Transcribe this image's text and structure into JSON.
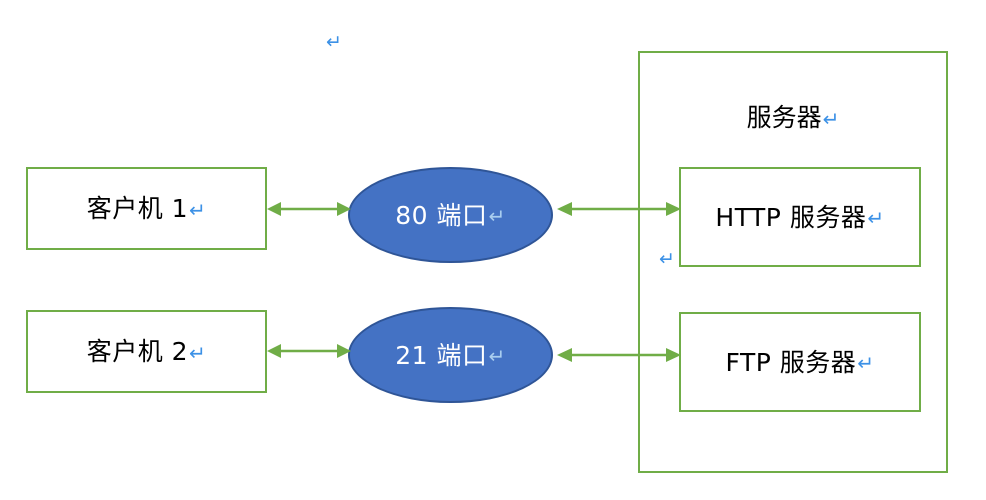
{
  "diagram": {
    "title": "Client-Server Port Diagram",
    "background": "#ffffff",
    "colors": {
      "box_border_green": "#70AD47",
      "ellipse_fill_blue": "#4472C4",
      "ellipse_border_blue": "#2F5597",
      "ellipse_text": "#ffffff",
      "return_mark_blue": "#3C91E6",
      "text_black": "#000000"
    },
    "return_mark_glyph": "↵",
    "nodes": {
      "client1": {
        "label": "客户机 1",
        "return_mark": "↵"
      },
      "client2": {
        "label": "客户机 2",
        "return_mark": "↵"
      },
      "port80": {
        "label": "80 端口",
        "return_mark": "↵"
      },
      "port21": {
        "label": "21 端口",
        "return_mark": "↵"
      },
      "server_container": {
        "label": "服务器",
        "return_mark": "↵"
      },
      "http_server": {
        "label": "HTTP 服务器",
        "return_mark": "↵"
      },
      "ftp_server": {
        "label": "FTP 服务器",
        "return_mark": "↵"
      }
    },
    "standalone_marks": [
      {
        "name": "top-return-mark",
        "glyph": "↵"
      },
      {
        "name": "server-inner-return-mark",
        "glyph": "↵"
      }
    ],
    "connectors": [
      {
        "name": "client1-to-port80",
        "style": "double-arrow",
        "color": "#70AD47"
      },
      {
        "name": "port80-to-http-server",
        "style": "double-arrow",
        "color": "#70AD47"
      },
      {
        "name": "client2-to-port21",
        "style": "double-arrow",
        "color": "#70AD47"
      },
      {
        "name": "port21-to-ftp-server",
        "style": "double-arrow",
        "color": "#70AD47"
      }
    ]
  }
}
